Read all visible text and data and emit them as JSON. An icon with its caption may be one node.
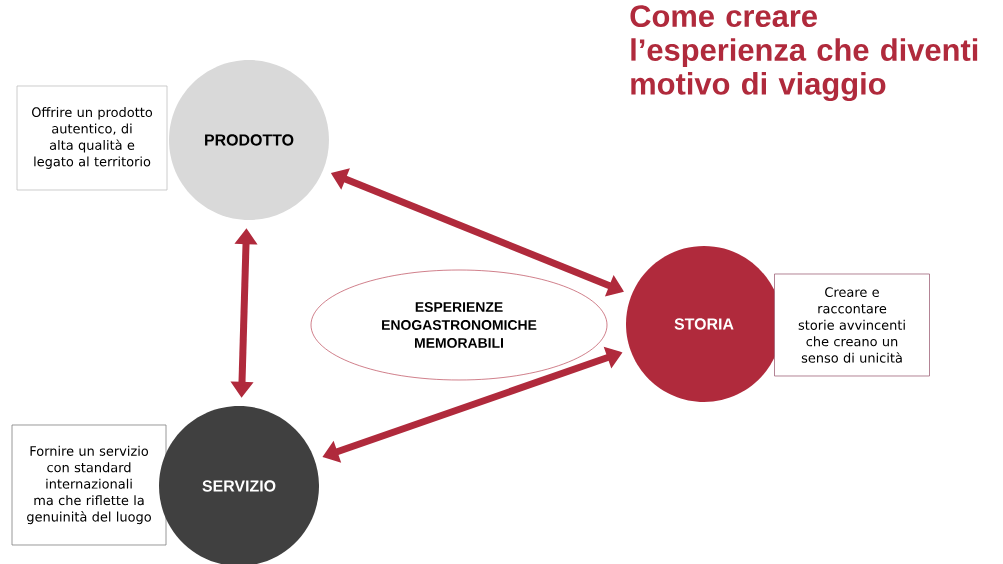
{
  "diagram": {
    "title": "Come creare l’esperienza che diventi motivo di viaggio",
    "nodes": [
      {
        "text": [
          "Offrire un prodotto autentico, di alta qualità e legato al territorio"
        ]
      },
      {
        "text": [
          "PRODOTTO"
        ]
      },
      {
        "text": [
          "ESPERIENZE ENOGASTRONOMICHE MEMORABILI"
        ]
      },
      {
        "text": [
          "STORIA"
        ]
      },
      {
        "text": [
          "Creare e raccontare storie avvincenti che creano un senso di unicità"
        ]
      },
      {
        "text": [
          "Fornire un servizio con standard internazionali ma che riflette la genuinità del luogo"
        ]
      },
      {
        "text": [
          "SERVIZIO"
        ]
      }
    ],
    "edges": [
      {
        "from": 1,
        "to": 3,
        "arrow": "both"
      },
      {
        "from": 1,
        "to": 6,
        "arrow": "both"
      },
      {
        "from": 6,
        "to": 3,
        "arrow": "both"
      }
    ]
  }
}
